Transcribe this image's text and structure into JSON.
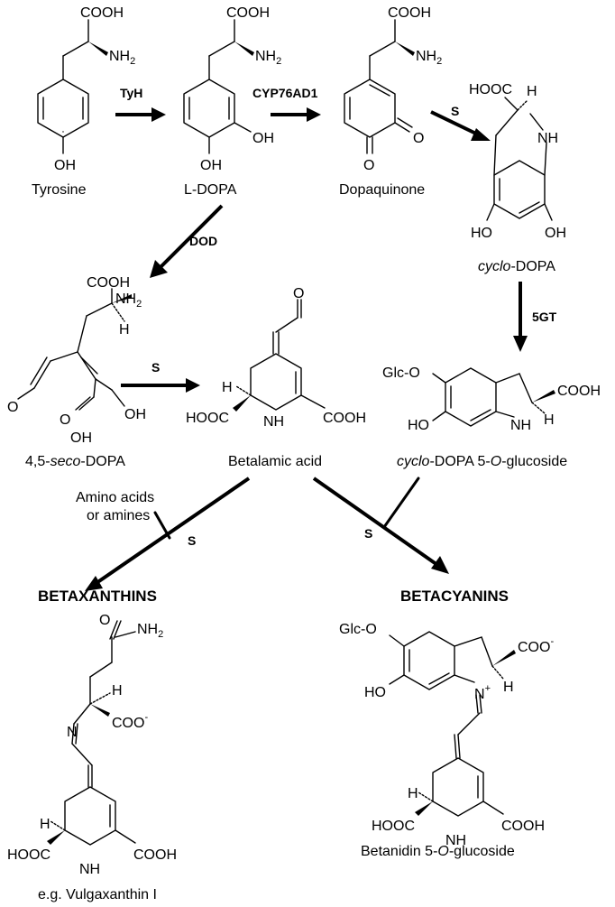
{
  "compounds": {
    "tyrosine": "Tyrosine",
    "ldopa": "L-DOPA",
    "dopaquinone": "Dopaquinone",
    "cyclodopa_italic": "cyclo",
    "cyclodopa_rest": "-DOPA",
    "seco_prefix": "4,5-",
    "seco_italic": "seco",
    "seco_rest": "-DOPA",
    "betalamic": "Betalamic acid",
    "glucoside_italic": "cyclo",
    "glucoside_mid": "-DOPA 5-",
    "glucoside_o": "O",
    "glucoside_rest": "-glucoside",
    "vulgaxanthin": "e.g. Vulgaxanthin I",
    "betanidin_pre": "Betanidin 5-",
    "betanidin_o": "O",
    "betanidin_rest": "-glucoside"
  },
  "enzymes": {
    "tyh": "TyH",
    "cyp": "CYP76AD1",
    "dod": "DOD",
    "gt": "5GT",
    "spont": "S"
  },
  "classes": {
    "betaxanthins": "BETAXANTHINS",
    "betacyanins": "BETACYANINS"
  },
  "inputs": {
    "amino_line1": "Amino acids",
    "amino_line2": "or amines"
  },
  "atoms": {
    "cooh": "COOH",
    "hooc": "HOOC",
    "nh": "NH",
    "n": "N",
    "h": "H",
    "oh": "OH",
    "ho": "HO",
    "o": "O",
    "glco": "Glc-O",
    "coo": "COO",
    "minus": "-",
    "plus": "+",
    "nh2": "NH",
    "two": "2"
  }
}
